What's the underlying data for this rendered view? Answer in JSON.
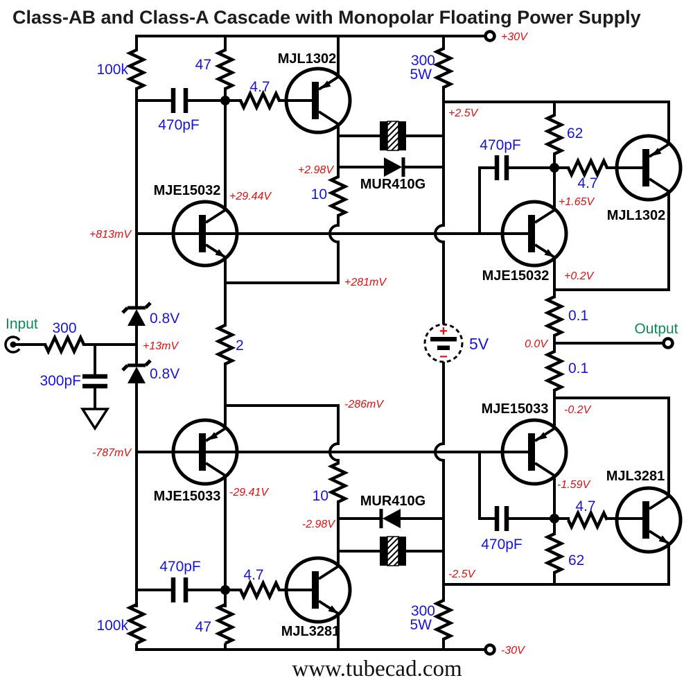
{
  "title": "Class-AB and Class-A Cascade with Monopolar Floating Power Supply",
  "footer": {
    "website": "www.tubecad.com"
  },
  "io": {
    "input_label": "Input",
    "output_label": "Output"
  },
  "power": {
    "vplus": "+30V",
    "vminus": "-30V",
    "battery": "5V",
    "battery_plus": "+",
    "battery_minus": "−"
  },
  "transistors": {
    "mjl1302_tl": "MJL1302",
    "mje15032_l": "MJE15032",
    "mje15033_l": "MJE15033",
    "mjl3281_bl": "MJL3281",
    "mje15032_r": "MJE15032",
    "mje15033_r": "MJE15033",
    "mjl1302_tr": "MJL1302",
    "mjl3281_br": "MJL3281"
  },
  "diodes": {
    "mur410g_top": "MUR410G",
    "mur410g_bot": "MUR410G",
    "zener_top": "0.8V",
    "zener_bot": "0.8V"
  },
  "resistors": {
    "r100k_top": "100k",
    "r47_top": "47",
    "r4p7_tl": "4.7",
    "r300_top": "300",
    "r300_top_w": "5W",
    "r62_top": "62",
    "r10_top": "10",
    "r2": "2",
    "r300_in": "300",
    "r0p1_top": "0.1",
    "r0p1_bot": "0.1",
    "r10_bot": "10",
    "r62_bot": "62",
    "r4p7_tr": "4.7",
    "r4p7_bl": "4.7",
    "r4p7_br": "4.7",
    "r47_bot": "47",
    "r100k_bot": "100k",
    "r300_bot": "300",
    "r300_bot_w": "5W"
  },
  "capacitors": {
    "c470_tl": "470pF",
    "c470_tr": "470pF",
    "c470_bl": "470pF",
    "c470_br": "470pF",
    "c300_in": "300pF"
  },
  "voltages": {
    "v2p5": "+2.5V",
    "v2n5": "-2.5V",
    "v2p98": "+2.98V",
    "v2n98": "-2.98V",
    "v29p44": "+29.44V",
    "v29n41": "-29.41V",
    "v813": "+813mV",
    "v787": "-787mV",
    "v281": "+281mV",
    "v286": "-286mV",
    "v13": "+13mV",
    "v1p65": "+1.65V",
    "v1n59": "-1.59V",
    "v0p2": "+0.2V",
    "v0n2": "-0.2V",
    "v0": "0.0V"
  }
}
